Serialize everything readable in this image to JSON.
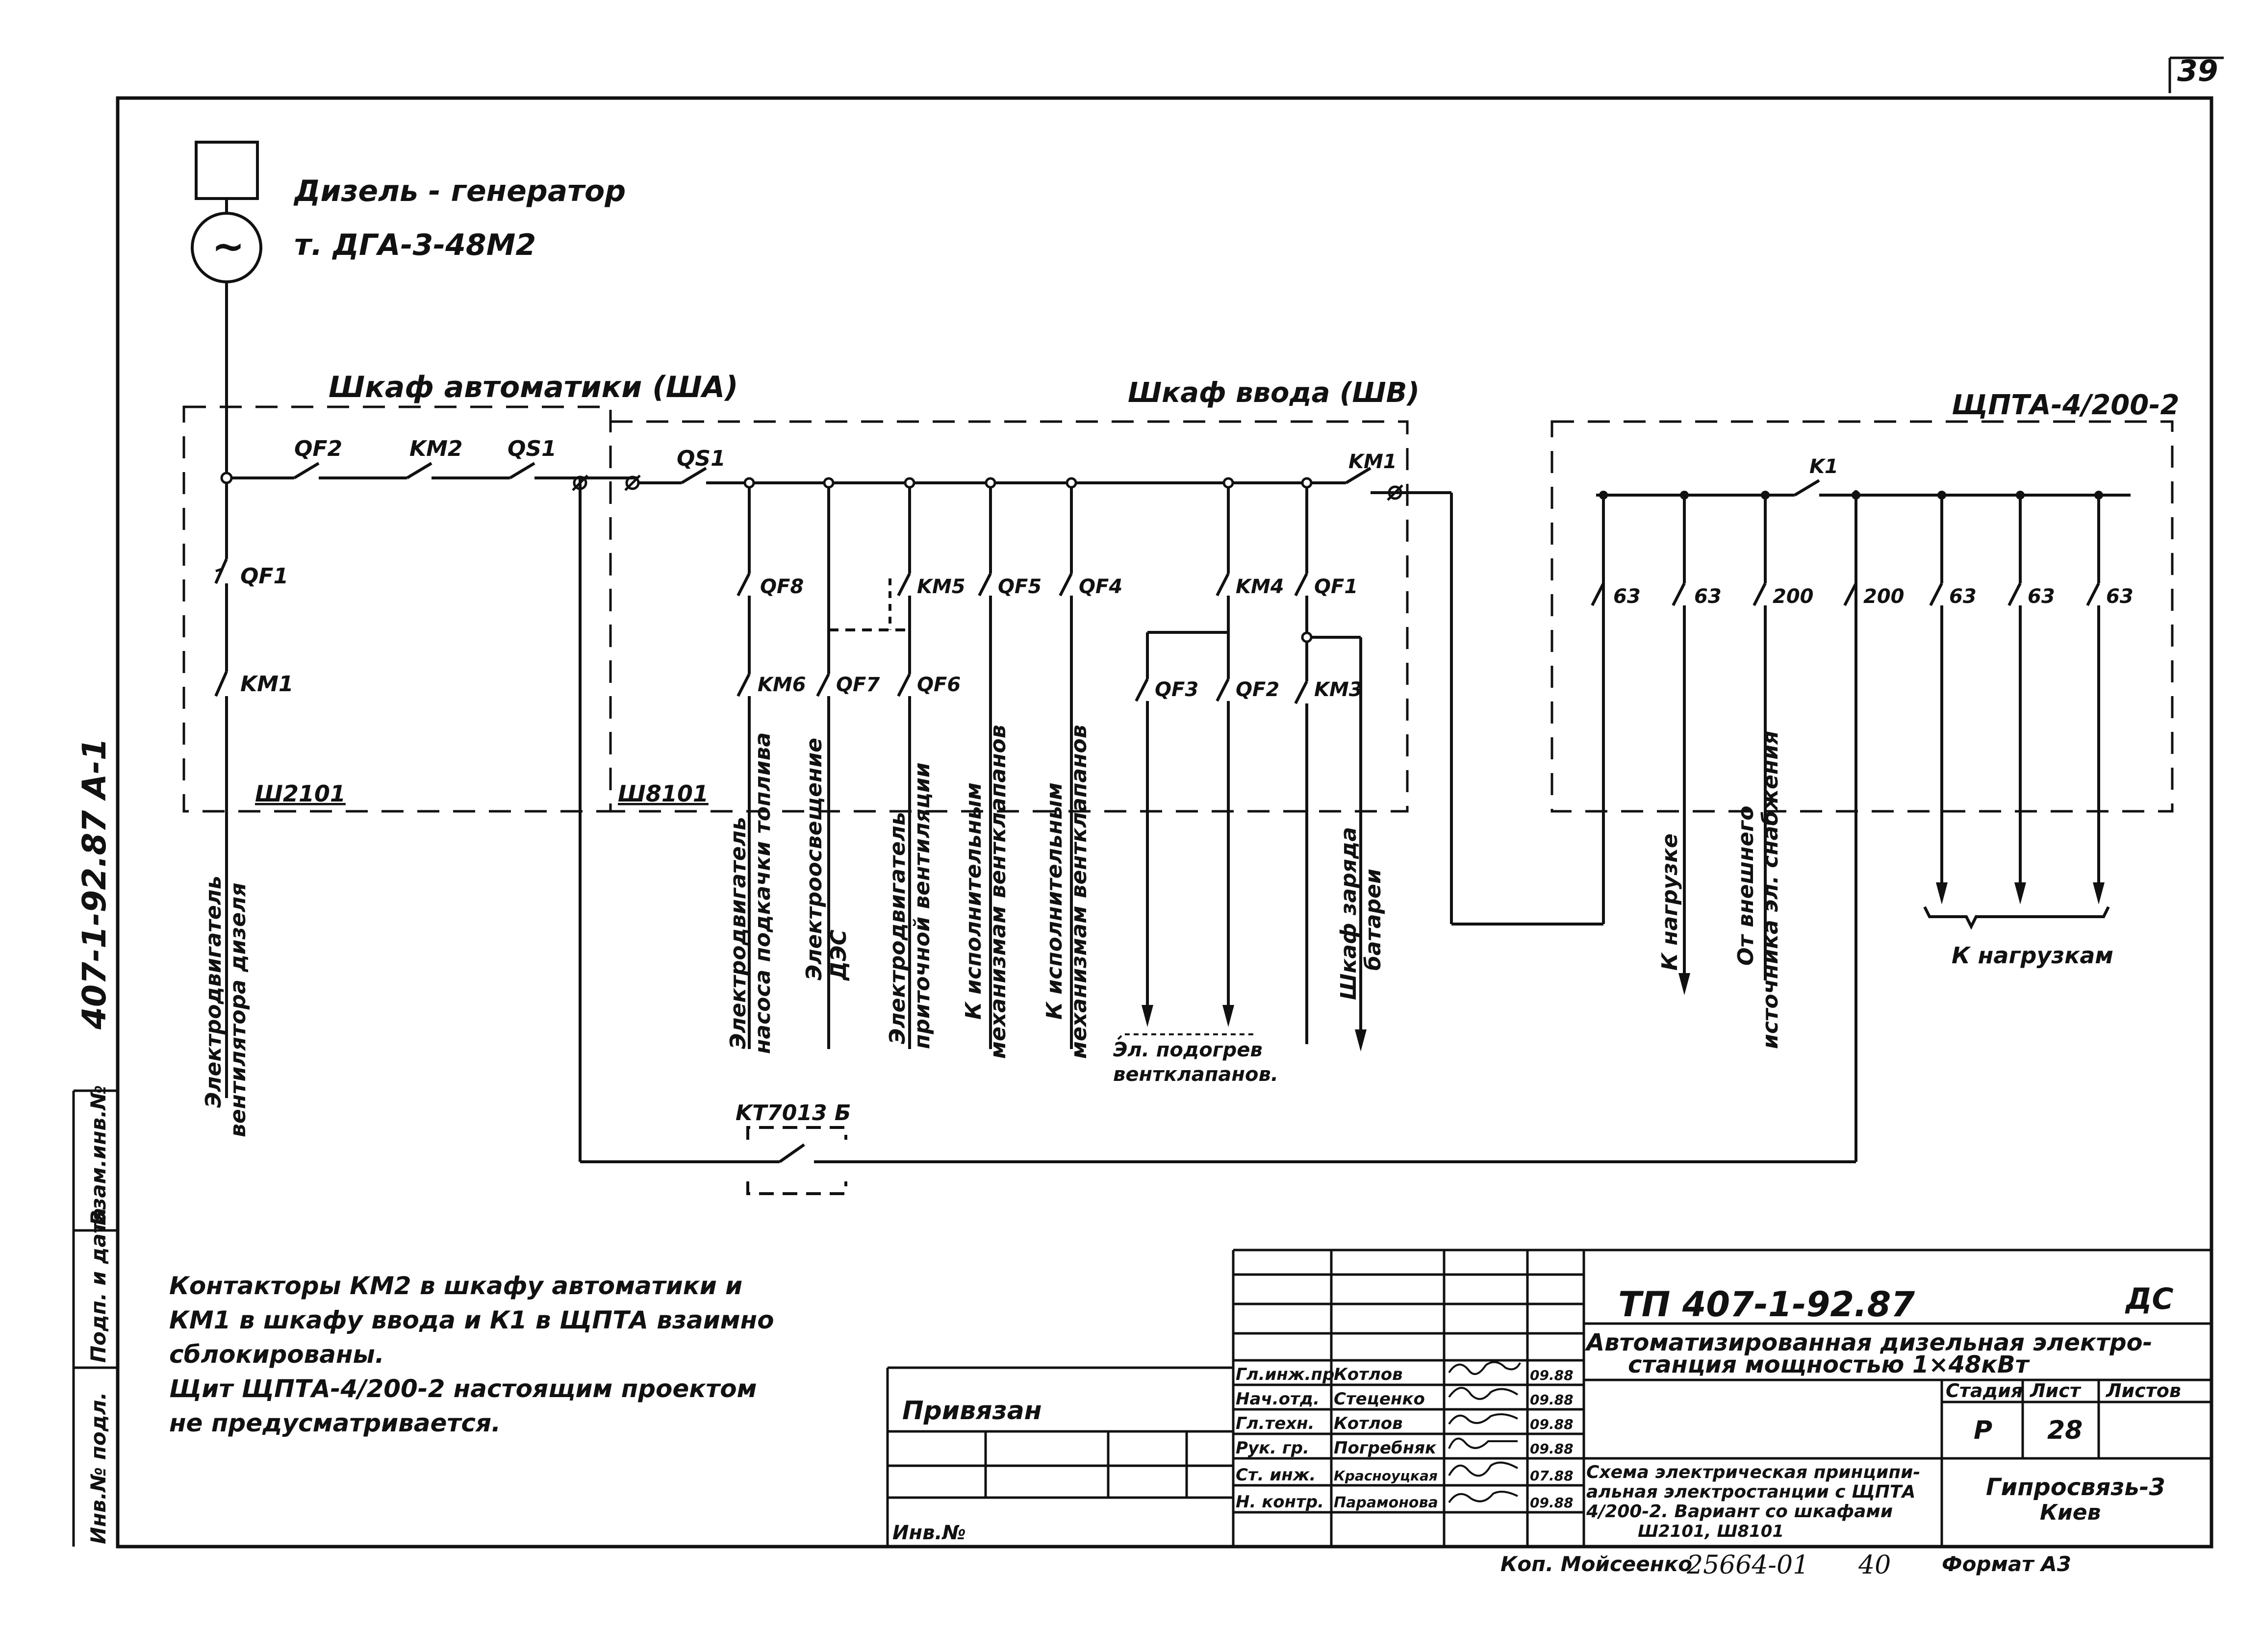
{
  "page_number": "39",
  "side_text": {
    "doc_code": "407-1-92.87  A-1",
    "stamp_cols": [
      "Взам.инв.№",
      "Подп. и дата",
      "Инв.№ подл."
    ]
  },
  "generator": {
    "line1": "Дизель - генератор",
    "line2": "т.  ДГА-3-48М2",
    "symbol": "~"
  },
  "cabinets": {
    "sha": "Шкаф  автоматики (ША)",
    "shv": "Шкаф  ввода (ШВ)",
    "shpta": "ЩПТА-4/200-2",
    "sha_terminal": "Ш2101",
    "shv_terminal": "Ш8101"
  },
  "devices": {
    "qf2": "QF2",
    "km2": "KM2",
    "qs1a": "QS1",
    "qs1b": "QS1",
    "km1_input": "KM1",
    "qf1_a": "QF1",
    "km1_a": "KM1",
    "qf8": "QF8",
    "km5": "KM5",
    "qf5": "QF5",
    "qf4": "QF4",
    "km4": "KM4",
    "qf1_b": "QF1",
    "km6": "KM6",
    "qf7": "QF7",
    "qf6": "QF6",
    "qf3": "QF3",
    "qf2_b": "QF2",
    "km3": "KM3",
    "k1": "K1",
    "shpta_ratings": [
      "63",
      "63",
      "200",
      "200",
      "63",
      "63",
      "63"
    ],
    "kt": "KT7013 Б"
  },
  "feeders": {
    "f1": [
      "Электродвигатель",
      "вентилятора дизеля"
    ],
    "f2": [
      "Электродвигатель",
      "насоса подкачки топлива"
    ],
    "f3": [
      "Электроосвещение",
      "ДЭС"
    ],
    "f4": [
      "Электродвигатель",
      "приточной вентиляции"
    ],
    "f5": [
      "К исполнительным",
      "механизмам вентклапанов"
    ],
    "f6": [
      "К исполнительным",
      "механизмам вентклапанов"
    ],
    "f7": [
      "Эл. подогрев",
      "вентклапанов."
    ],
    "f8": [
      "Шкаф заряда",
      "батареи"
    ],
    "f9": [
      "К нагрузке"
    ],
    "f10": [
      "От внешнего",
      "источника эл. снабжения"
    ],
    "f11": [
      "К нагрузкам"
    ]
  },
  "notes": [
    "Контакторы КМ2 в шкафу автоматики и",
    "КМ1 в шкафу ввода и К1 в ЩПТА взаимно",
    "сблокированы.",
    "Щит ЩПТА-4/200-2 настоящим проектом",
    "не предусматривается."
  ],
  "title_block": {
    "code": "ТП 407-1-92.87",
    "mark": "ДС",
    "title": [
      "Автоматизированная дизельная электро-",
      "станция мощностью 1×48кВт"
    ],
    "col_stage": "Стадия",
    "col_sheet": "Лист",
    "col_sheets": "Листов",
    "stage": "Р",
    "sheet": "28",
    "drawing_title": [
      "Схема электрическая принципи-",
      "альная электростанции с ЩПТА",
      "4/200-2. Вариант со шкафами",
      "Ш2101, Ш8101"
    ],
    "org": [
      "Гипросвязь-3",
      "Киев"
    ],
    "bound": "Привязан",
    "inv": "Инв.№",
    "staff": [
      {
        "role": "Гл.инж.пр",
        "name": "Котлов",
        "date": "09.88"
      },
      {
        "role": "Нач.отд.",
        "name": "Стеценко",
        "date": "09.88"
      },
      {
        "role": "Гл.техн.",
        "name": "Котлов",
        "date": "09.88"
      },
      {
        "role": "Рук. гр.",
        "name": "Погребняк",
        "date": "09.88"
      },
      {
        "role": "Ст. инж.",
        "name": "Красноуцкая",
        "date": "07.88"
      },
      {
        "role": "Н. контр.",
        "name": "Парамонова",
        "date": "09.88"
      }
    ]
  },
  "footer": {
    "copied": "Коп. Мойсеенко",
    "number": "25664-01",
    "sheet_no": "40",
    "format": "Формат А3"
  }
}
